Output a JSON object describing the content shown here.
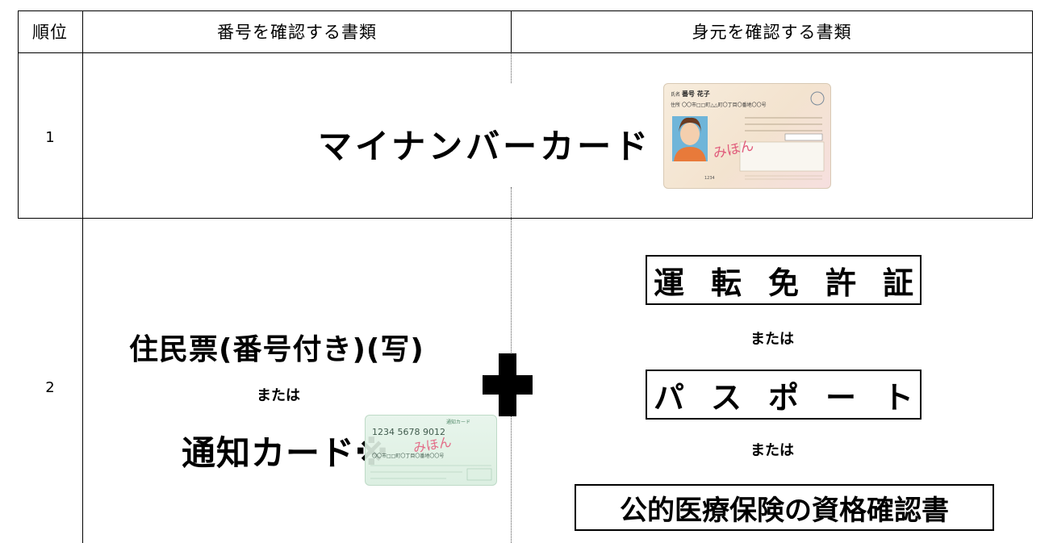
{
  "header": {
    "rank": "順位",
    "number_docs": "番号を確認する書類",
    "identity_docs": "身元を確認する書類"
  },
  "rows": [
    {
      "rank": "1",
      "label": "マイナンバーカード",
      "card": {
        "name_label": "氏名",
        "name": "番号 花子",
        "address_label": "住所",
        "address": "〇〇市□□町△△町〇丁目〇番地〇〇号",
        "stamp": "みほん",
        "id_number": "1234"
      }
    },
    {
      "rank": "2",
      "left": {
        "line1": "住民票(番号付き)(写)",
        "or": "または",
        "line2": "通知カード※",
        "card": {
          "title": "通知カード",
          "number": "1234 5678 9012",
          "stamp": "みほん",
          "address": "〇〇市□□町〇丁目〇番地〇〇号"
        }
      },
      "plus": "✚",
      "right": {
        "doc1_chars": [
          "運",
          "転",
          "免",
          "許",
          "証"
        ],
        "or1": "または",
        "doc2_chars": [
          "パ",
          "ス",
          "ポ",
          "ー",
          "ト"
        ],
        "or2": "または",
        "doc3": "公的医療保険の資格確認書"
      }
    }
  ],
  "colors": {
    "line": "#000000",
    "card_mynumber": "#f3e6d6",
    "card_notice": "#dff0e6",
    "stamp": "#e05a7a"
  }
}
